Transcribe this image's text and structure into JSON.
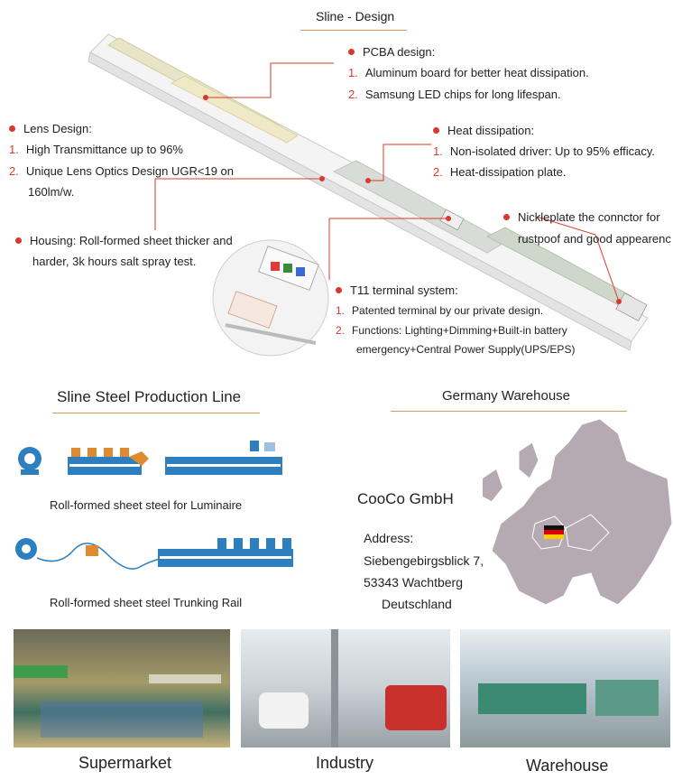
{
  "title": "Sline -  Design",
  "pcba": {
    "head": "PCBA design:",
    "items": [
      "Aluminum board for better heat dissipation.",
      "Samsung LED chips for long lifespan."
    ]
  },
  "lens": {
    "head": "Lens Design:",
    "items": [
      "High Transmittance up to 96%",
      "Unique Lens Optics Design UGR<19 on",
      "160lm/w."
    ]
  },
  "heat": {
    "head": "Heat dissipation:",
    "items": [
      "Non-isolated driver: Up to 95% efficacy.",
      "Heat-dissipation plate."
    ]
  },
  "nickle": {
    "lines": [
      "Nickleplate the connctor for",
      "rustpoof and good appearenc"
    ]
  },
  "housing": {
    "lines": [
      "Housing: Roll-formed sheet thicker and",
      "harder, 3k hours salt spray test."
    ]
  },
  "t11": {
    "head": "T11 terminal system:",
    "items": [
      "Patented terminal by our private design.",
      "Functions: Lighting+Dimming+Built-in battery",
      "emergency+Central Power Supply(UPS/EPS)"
    ]
  },
  "numbers": [
    "1.",
    "2."
  ],
  "production": {
    "title": "Sline Steel Production Line",
    "caption1": "Roll-formed sheet steel for Luminaire",
    "caption2": "Roll-formed sheet steel Trunking Rail"
  },
  "warehouse": {
    "title": "Germany Warehouse",
    "company": "CooCo GmbH",
    "address_label": "Address:",
    "street": "Siebengebirgsblick 7,",
    "city": "53343 Wachtberg",
    "country": "Deutschland"
  },
  "photos": [
    "Supermarket",
    "Industry",
    "Warehouse"
  ],
  "colors": {
    "accent": "#d9382e",
    "underline": "#d69a5c",
    "machine": "#2e7fc0"
  }
}
